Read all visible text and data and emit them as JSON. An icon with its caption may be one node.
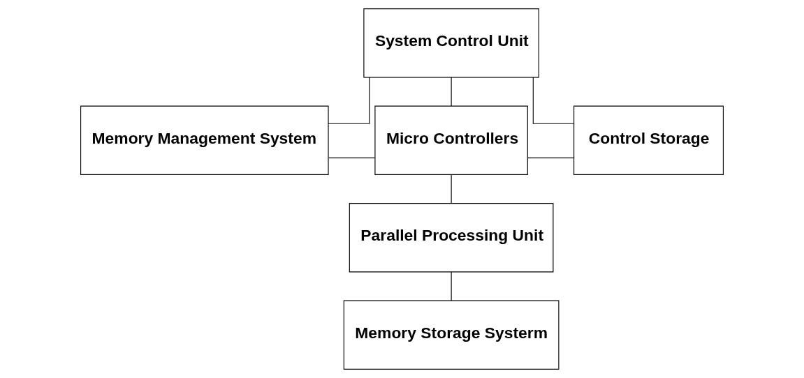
{
  "diagram": {
    "nodes": [
      {
        "text": [
          "System Control Unit"
        ]
      },
      {
        "text": [
          "Memory Management System"
        ]
      },
      {
        "text": [
          "Micro Controllers"
        ]
      },
      {
        "text": [
          "Control Storage"
        ]
      },
      {
        "text": [
          "Parallel Processing Unit"
        ]
      },
      {
        "text": [
          "Memory Storage Systerm"
        ]
      }
    ],
    "edges": [
      {
        "from": 0,
        "to": 1,
        "arrow": "none"
      },
      {
        "from": 0,
        "to": 2,
        "arrow": "none"
      },
      {
        "from": 0,
        "to": 3,
        "arrow": "none"
      },
      {
        "from": 1,
        "to": 2,
        "arrow": "none"
      },
      {
        "from": 2,
        "to": 3,
        "arrow": "none"
      },
      {
        "from": 2,
        "to": 4,
        "arrow": "none"
      },
      {
        "from": 4,
        "to": 5,
        "arrow": "none"
      }
    ]
  }
}
